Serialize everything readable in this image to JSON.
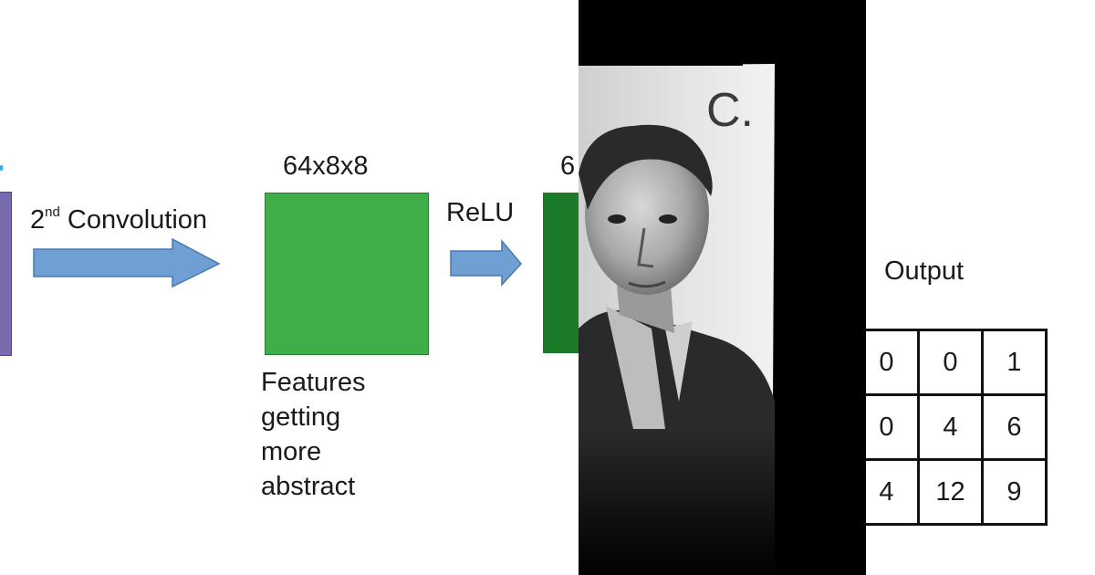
{
  "left_diagram": {
    "conv_label_prefix": "2",
    "conv_label_sup": "nd",
    "conv_label_suffix": " Convolution",
    "dims_label": "64x8x8",
    "relu_label": "ReLU",
    "dims_label_partial": "6",
    "features_lines": [
      "Features",
      "getting",
      "more",
      "abstract"
    ],
    "colors": {
      "arrow_fill": "#6f9fd3",
      "arrow_stroke": "#4a79b0",
      "green_box": "#3fae48",
      "dark_green_box": "#1a7a28",
      "purple_box": "#7a6bb0"
    }
  },
  "photo": {
    "stamp_letter": "C."
  },
  "right_output": {
    "title": "Output",
    "grid": [
      [
        "0",
        "0",
        "1"
      ],
      [
        "0",
        "4",
        "6"
      ],
      [
        "4",
        "12",
        "9"
      ]
    ]
  }
}
